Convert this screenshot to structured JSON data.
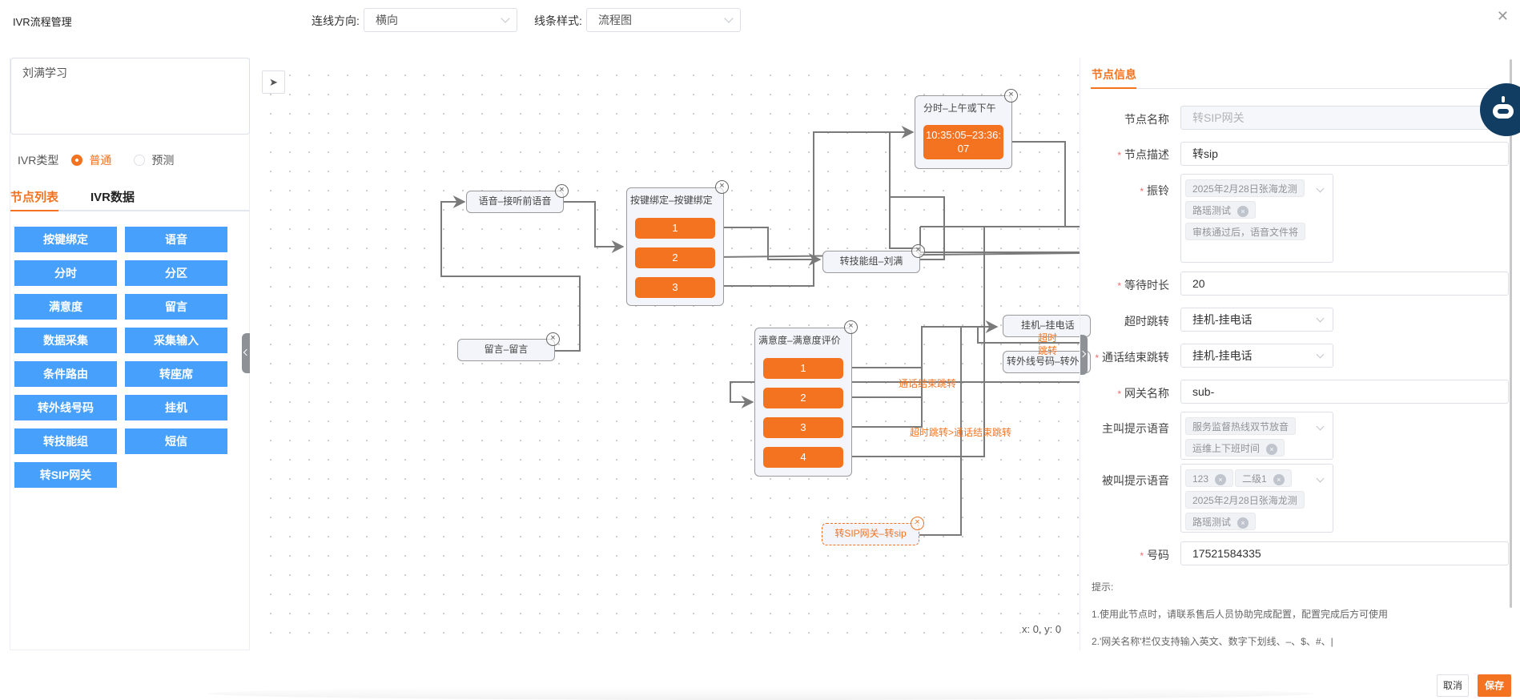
{
  "header": {
    "title": "IVR流程管理",
    "direction_label": "连线方向:",
    "direction_value": "横向",
    "line_style_label": "线条样式:",
    "line_style_value": "流程图",
    "close_icon": "close-icon"
  },
  "left_panel": {
    "description": "刘满学习",
    "ivr_type_label": "IVR类型",
    "ivr_type_options": [
      {
        "label": "普通",
        "selected": true
      },
      {
        "label": "预测",
        "selected": false
      }
    ],
    "tabs": [
      {
        "label": "节点列表",
        "active": true
      },
      {
        "label": "IVR数据",
        "active": false
      }
    ],
    "node_types": [
      "按键绑定",
      "语音",
      "分时",
      "分区",
      "满意度",
      "留言",
      "数据采集",
      "采集输入",
      "条件路由",
      "转座席",
      "转外线号码",
      "挂机",
      "转技能组",
      "短信",
      "转SIP网关"
    ]
  },
  "canvas": {
    "locate_icon": "navigation-arrow-icon",
    "coords": "x: 0, y: 0",
    "nodes": {
      "voice": {
        "label": "语音–接听前语音"
      },
      "keybind": {
        "title": "按键绑定–按键绑定",
        "options": [
          "1",
          "2",
          "3"
        ]
      },
      "timeslot": {
        "title": "分时–上午或下午",
        "options": [
          "10:35:05–23:36:07"
        ]
      },
      "skill": {
        "label": "转技能组–刘满"
      },
      "message": {
        "label": "留言–留言"
      },
      "satisfaction": {
        "title": "满意度–满意度评价",
        "options": [
          "1",
          "2",
          "3",
          "4"
        ]
      },
      "hangup": {
        "label": "挂机–挂电话"
      },
      "outside": {
        "label": "转外线号码–转外"
      },
      "sip": {
        "label": "转SIP网关–转sip"
      }
    },
    "edge_labels": {
      "timeout": "超时跳转",
      "call_end": "通话结束跳转",
      "timeout_callend": "超时跳转>通话结束跳转"
    },
    "colors": {
      "accent": "#f37321",
      "edge": "#7a7a7a",
      "node_button": "#46a0fc"
    }
  },
  "right_panel": {
    "tab": "节点信息",
    "fields": {
      "node_name": {
        "label": "节点名称",
        "value": "转SIP网关",
        "required": false,
        "disabled": true
      },
      "node_desc": {
        "label": "节点描述",
        "value": "转sip",
        "required": true
      },
      "ringtone": {
        "label": "振铃",
        "required": true,
        "tags": [
          "2025年2月28日张海龙测",
          "路瑶测试",
          "审核通过后，语音文件将"
        ]
      },
      "wait": {
        "label": "等待时长",
        "value": "20",
        "required": true
      },
      "timeout_jump": {
        "label": "超时跳转",
        "value": "挂机-挂电话",
        "required": false
      },
      "call_end_jump": {
        "label": "通话结束跳转",
        "value": "挂机-挂电话",
        "required": true
      },
      "gateway": {
        "label": "网关名称",
        "value": "sub-",
        "required": true
      },
      "caller_prompt": {
        "label": "主叫提示语音",
        "required": false,
        "tags": [
          "服务监督热线双节放音",
          "运维上下班时间"
        ]
      },
      "callee_prompt": {
        "label": "被叫提示语音",
        "required": false,
        "tags": [
          "123",
          "二级1",
          "2025年2月28日张海龙测",
          "路瑶测试"
        ]
      },
      "number": {
        "label": "号码",
        "value": "17521584335",
        "required": true
      }
    },
    "hints": [
      "提示:",
      "1.使用此节点时，请联系售后人员协助完成配置，配置完成后方可使用",
      "2.'网关名称'栏仅支持输入英文、数字下划线、–、$、#、|"
    ]
  },
  "footer": {
    "cancel_label": "取消",
    "save_label": "保存"
  }
}
